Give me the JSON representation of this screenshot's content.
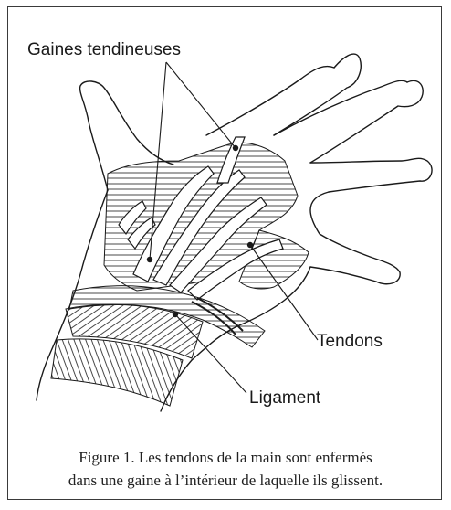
{
  "figure": {
    "labels": {
      "sheaths": "Gaines tendineuses",
      "tendons": "Tendons",
      "ligament": "Ligament"
    },
    "caption": {
      "line1": "Figure 1. Les tendons de la main sont enfermés",
      "line2": "dans une gaine à l’intérieur de laquelle ils glissent."
    },
    "colors": {
      "ink": "#1a1a1a",
      "frame": "#3a3a3a",
      "paper": "#ffffff"
    }
  }
}
